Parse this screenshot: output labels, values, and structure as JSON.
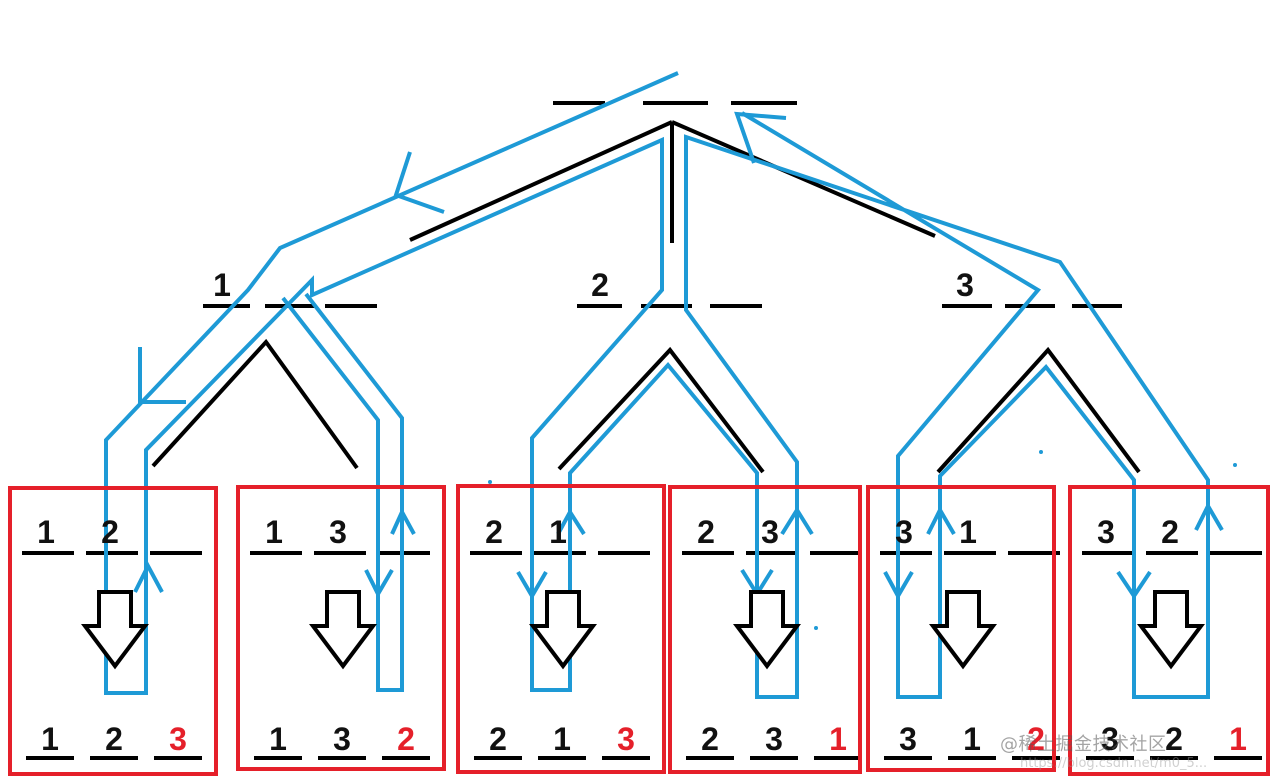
{
  "colors": {
    "tree": "#000000",
    "path": "#1e9ad6",
    "box": "#e5202a",
    "digit": "#111111",
    "last_digit": "#e5202a"
  },
  "level1_labels": [
    "1",
    "2",
    "3"
  ],
  "leaves": [
    {
      "prefix": [
        "1",
        "2"
      ],
      "result": [
        "1",
        "2",
        "3"
      ]
    },
    {
      "prefix": [
        "1",
        "3"
      ],
      "result": [
        "1",
        "3",
        "2"
      ]
    },
    {
      "prefix": [
        "2",
        "1"
      ],
      "result": [
        "2",
        "1",
        "3"
      ]
    },
    {
      "prefix": [
        "2",
        "3"
      ],
      "result": [
        "2",
        "3",
        "1"
      ]
    },
    {
      "prefix": [
        "3",
        "1"
      ],
      "result": [
        "3",
        "1",
        "2"
      ]
    },
    {
      "prefix": [
        "3",
        "2"
      ],
      "result": [
        "3",
        "2",
        "1"
      ]
    }
  ],
  "icons": {
    "down_arrow": "hollow-down-arrow-icon",
    "direction_arrow": "arrowhead-icon"
  },
  "watermark": "@稀土掘金技术社区",
  "watermark_url": "https://blog.csdn.net/m0_5..."
}
